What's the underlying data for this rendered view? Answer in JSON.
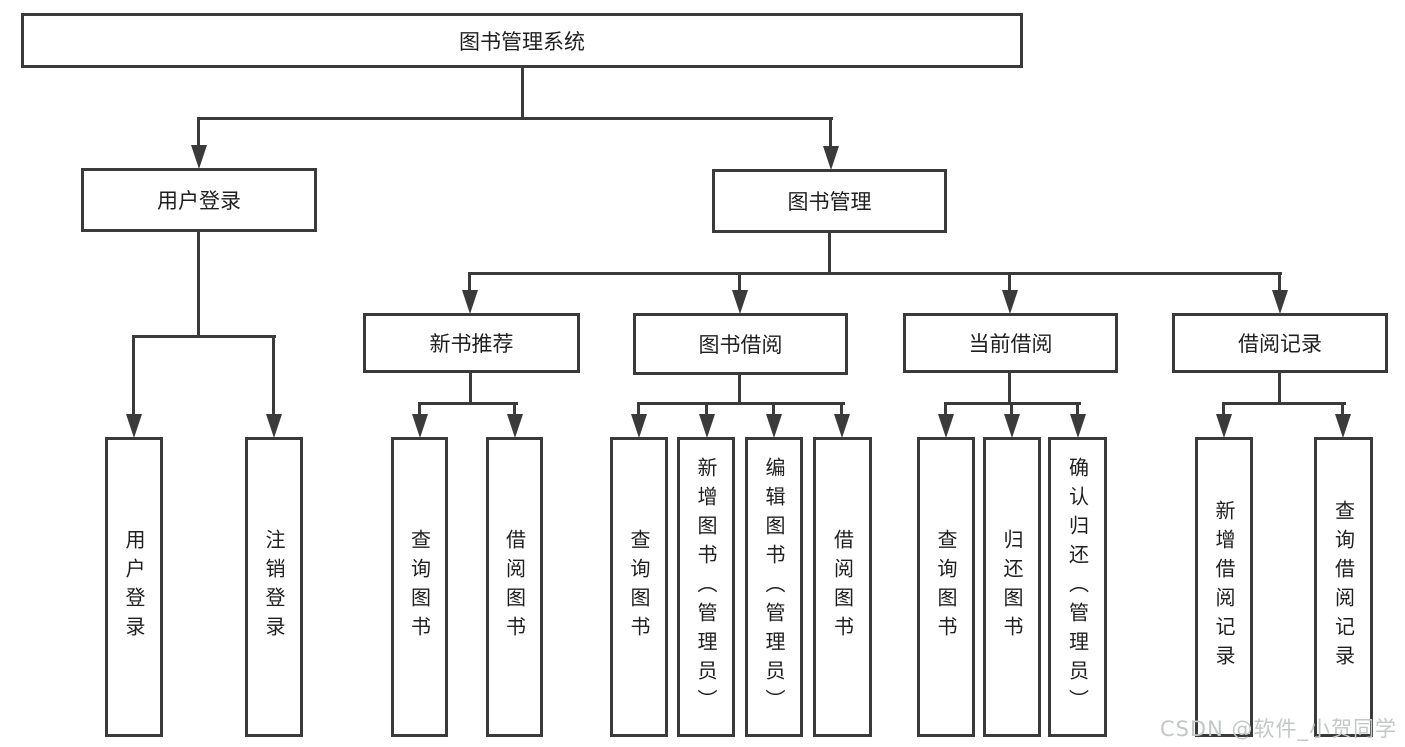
{
  "diagram": {
    "root": {
      "label": "图书管理系统"
    },
    "level2": [
      {
        "label": "用户登录"
      },
      {
        "label": "图书管理"
      }
    ],
    "level3": [
      {
        "label": "新书推荐"
      },
      {
        "label": "图书借阅"
      },
      {
        "label": "当前借阅"
      },
      {
        "label": "借阅记录"
      }
    ],
    "leaves": {
      "user_login": [
        {
          "label": "用户登录"
        },
        {
          "label": "注销登录"
        }
      ],
      "new_book": [
        {
          "label": "查询图书"
        },
        {
          "label": "借阅图书"
        }
      ],
      "book_borrow": [
        {
          "label": "查询图书"
        },
        {
          "label": "新增图书（管理员）"
        },
        {
          "label": "编辑图书（管理员）"
        },
        {
          "label": "借阅图书"
        }
      ],
      "current_borrow": [
        {
          "label": "查询图书"
        },
        {
          "label": "归还图书"
        },
        {
          "label": "确认归还（管理员）"
        }
      ],
      "borrow_record": [
        {
          "label": "新增借阅记录"
        },
        {
          "label": "查询借阅记录"
        }
      ]
    }
  },
  "watermark": {
    "text": "CSDN @软件_小贺同学"
  },
  "colors": {
    "line": "#3a3a3a",
    "text": "#1f1f1f",
    "watermark": "#c3c7c7",
    "background": "#ffffff"
  }
}
